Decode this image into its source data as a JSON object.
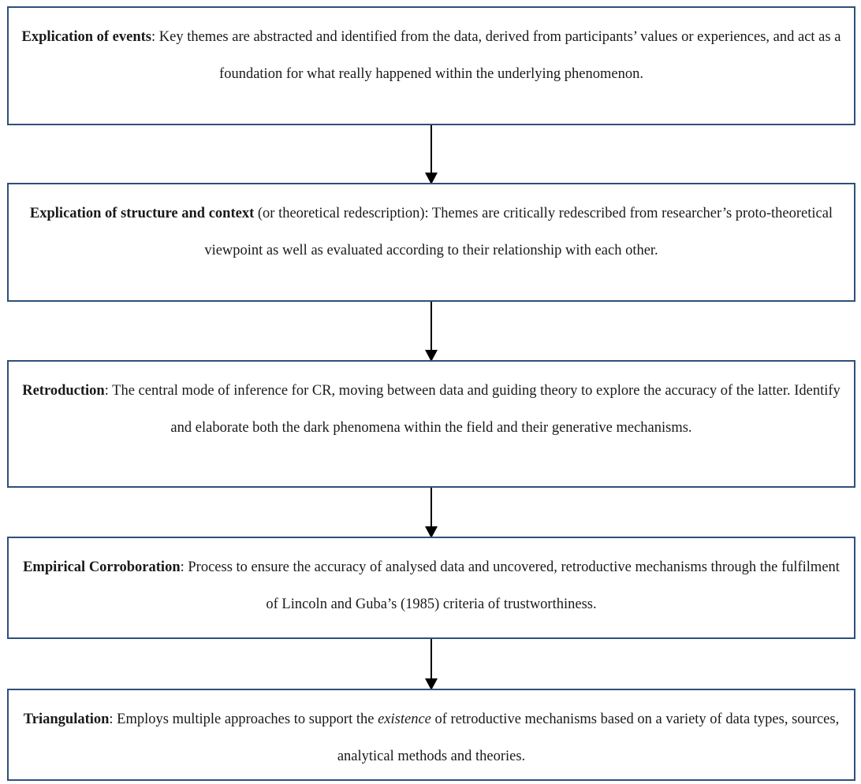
{
  "steps": [
    {
      "term": "Explication of events",
      "text": ": Key themes are abstracted and identified from the data, derived from participants’ values or experiences, and act as a foundation for what really happened within the underlying phenomenon."
    },
    {
      "term": "Explication of structure and context",
      "text": " (or theoretical redescription): Themes are critically redescribed from researcher’s proto-theoretical viewpoint as well as evaluated according to their relationship with each other."
    },
    {
      "term": "Retroduction",
      "text": ": The central mode of inference for CR, moving between data and guiding theory to explore the accuracy of the latter. Identify and elaborate both the dark phenomena within the field and their generative mechanisms."
    },
    {
      "term": "Empirical Corroboration",
      "text": ": Process to ensure the accuracy of analysed data and uncovered, retroductive mechanisms through the fulfilment of Lincoln and Guba’s (1985) criteria of trustworthiness."
    },
    {
      "term": "Triangulation",
      "text_before": ": Employs multiple approaches to support the ",
      "emphasis": "existence",
      "text_after": " of retroductive mechanisms based on a variety of data types, sources, analytical methods and theories."
    }
  ],
  "colors": {
    "box_border": "#2e4f7c",
    "arrow": "#000000",
    "text": "#1a1a1a"
  }
}
